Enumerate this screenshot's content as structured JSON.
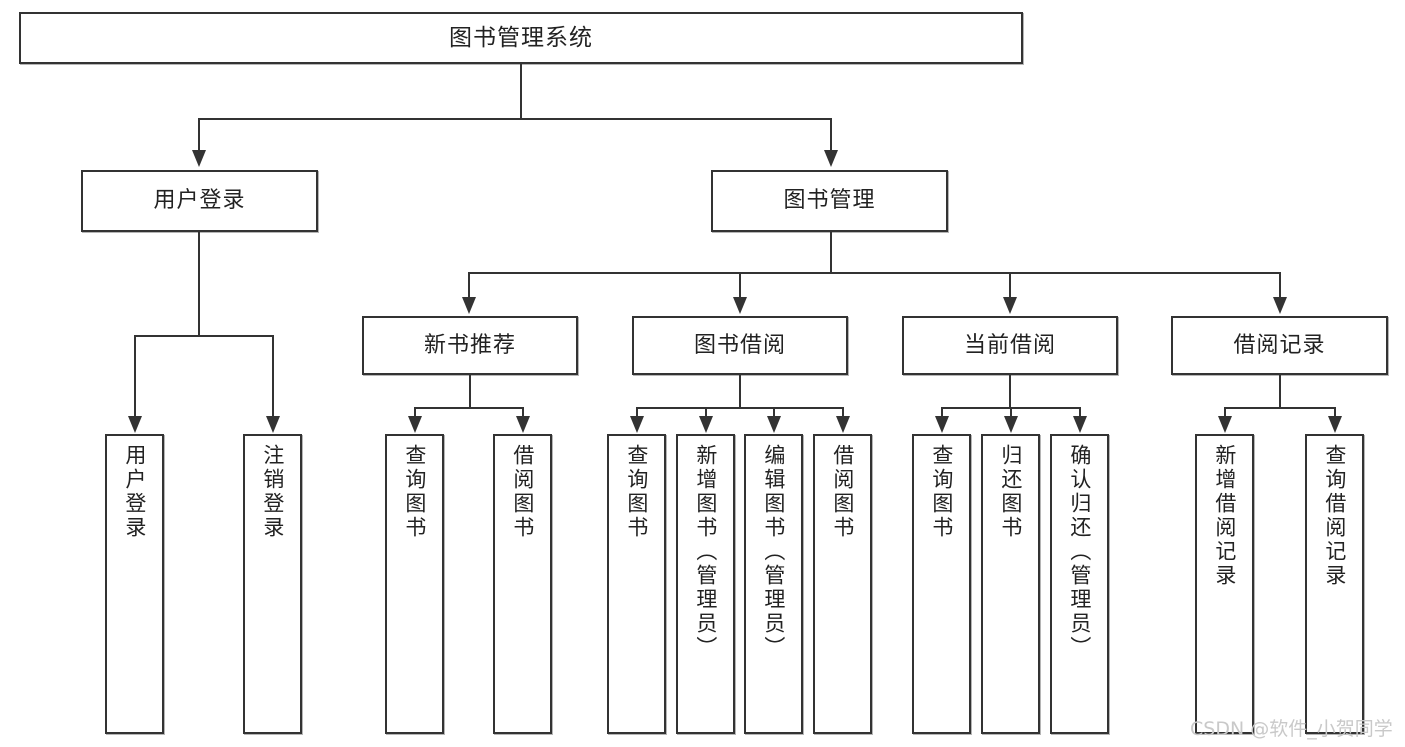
{
  "diagram": {
    "type": "tree",
    "title": "图书管理系统",
    "root": {
      "label": "图书管理系统"
    },
    "level2": [
      {
        "label": "用户登录"
      },
      {
        "label": "图书管理"
      }
    ],
    "level3": [
      {
        "label": "新书推荐"
      },
      {
        "label": "图书借阅"
      },
      {
        "label": "当前借阅"
      },
      {
        "label": "借阅记录"
      }
    ],
    "leaves": {
      "user_login": [
        {
          "label": "用户登录"
        },
        {
          "label": "注销登录"
        }
      ],
      "new_book_recommend": [
        {
          "label": "查询图书"
        },
        {
          "label": "借阅图书"
        }
      ],
      "book_borrow": [
        {
          "label": "查询图书"
        },
        {
          "label": "新增图书（管理员）"
        },
        {
          "label": "编辑图书（管理员）"
        },
        {
          "label": "借阅图书"
        }
      ],
      "current_borrow": [
        {
          "label": "查询图书"
        },
        {
          "label": "归还图书"
        },
        {
          "label": "确认归还（管理员）"
        }
      ],
      "borrow_record": [
        {
          "label": "新增借阅记录"
        },
        {
          "label": "查询借阅记录"
        }
      ]
    }
  },
  "watermark": {
    "text": "CSDN @软件_小贺同学"
  },
  "colors": {
    "box_border": "#333333",
    "box_fill": "#ffffff",
    "line": "#333333",
    "text": "#222222",
    "watermark": "#c9c9c9",
    "background": "#ffffff"
  }
}
